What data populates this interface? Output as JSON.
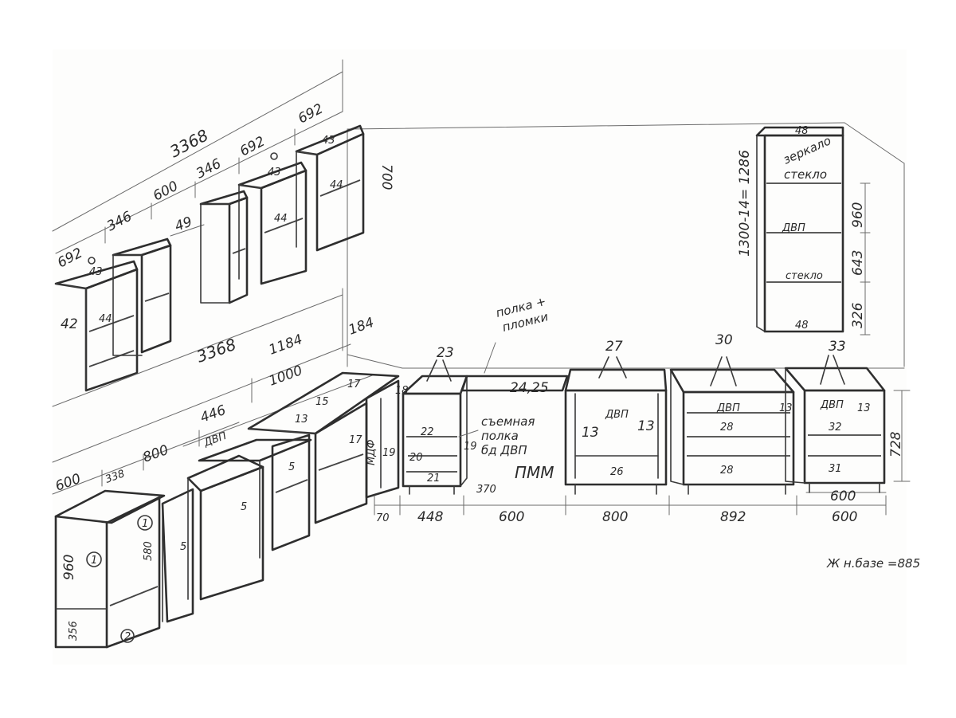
{
  "upper_run": {
    "total": "3368",
    "segments": [
      "692",
      "346",
      "600",
      "346",
      "692",
      "692"
    ],
    "gap_width": "49",
    "top_depth": [
      "43",
      "43",
      "43"
    ],
    "side": "42",
    "shelves": [
      "44",
      "44",
      "44"
    ],
    "height": "700"
  },
  "lower_run": {
    "total": "3368",
    "segments": [
      "1184",
      "184",
      "1000",
      "446",
      "800",
      "338",
      "600"
    ],
    "material_label": "ДВП",
    "parts": {
      "top": "17",
      "side_15": "15",
      "side_13": "13",
      "panel_5a": "5",
      "panel_5b": "5",
      "panel_5c": "5",
      "door_17": "17",
      "mdf_label": "МДФ",
      "upright_19": "19",
      "back_18": "18"
    },
    "corner": {
      "tag_1a": "1",
      "tag_1b": "1",
      "tag_2": "2",
      "h_960": "960",
      "h_580": "580",
      "h_356": "356"
    }
  },
  "right_run": {
    "widths": [
      "70",
      "448",
      "600",
      "800",
      "892",
      "600"
    ],
    "height": "728",
    "cabinet_23": {
      "tag": "23",
      "s22": "22",
      "s20": "20",
      "s21": "21",
      "edge_19": "19",
      "depth": "370"
    },
    "sink_gap": {
      "top": "24,25",
      "label": "ПММ"
    },
    "note_removable": [
      "съемная",
      "полка",
      "бд ДВП"
    ],
    "note_shelf": [
      "полка +",
      "пломки"
    ],
    "cabinet_27": {
      "tag": "27",
      "back": "ДВП",
      "side_l": "13",
      "side_r": "13",
      "bottom": "26"
    },
    "cabinet_30": {
      "tag": "30",
      "back": "ДВП",
      "side": "13",
      "shelf": "28",
      "bottom": "28"
    },
    "cabinet_33": {
      "tag": "33",
      "back": "ДВП",
      "side": "13",
      "shelf": "32",
      "bottom": "31"
    }
  },
  "tall_unit": {
    "top": "48",
    "bottom": "48",
    "height_note": "1300-14= 1286",
    "notes": [
      "зеркало",
      "стекло",
      "ДВП",
      "стекло"
    ],
    "heights": [
      "960",
      "643",
      "326"
    ]
  },
  "base_height_note": "Ж н.базе =885"
}
